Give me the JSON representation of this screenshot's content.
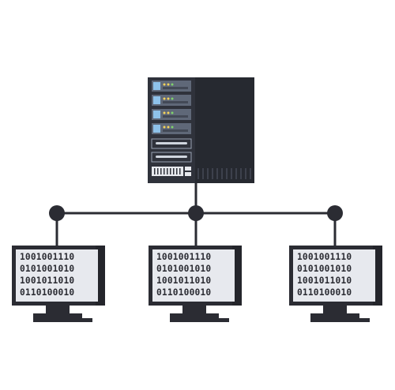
{
  "colors": {
    "dark": "#2b2c33",
    "server_body": "#2f323b",
    "server_side": "#262930",
    "screen": "#e7e9ee",
    "drive_bay": "#5f6878",
    "led_yellow": "#f4d25a",
    "led_green": "#7fd36b",
    "drive_accent": "#8ec2ea"
  },
  "terminals": [
    {
      "lines": [
        "1001001110",
        "0101001010",
        "1001011010",
        "0110100010"
      ]
    },
    {
      "lines": [
        "1001001110",
        "0101001010",
        "1001011010",
        "0110100010"
      ]
    },
    {
      "lines": [
        "1001001110",
        "0101001010",
        "1001011010",
        "0110100010"
      ]
    }
  ]
}
